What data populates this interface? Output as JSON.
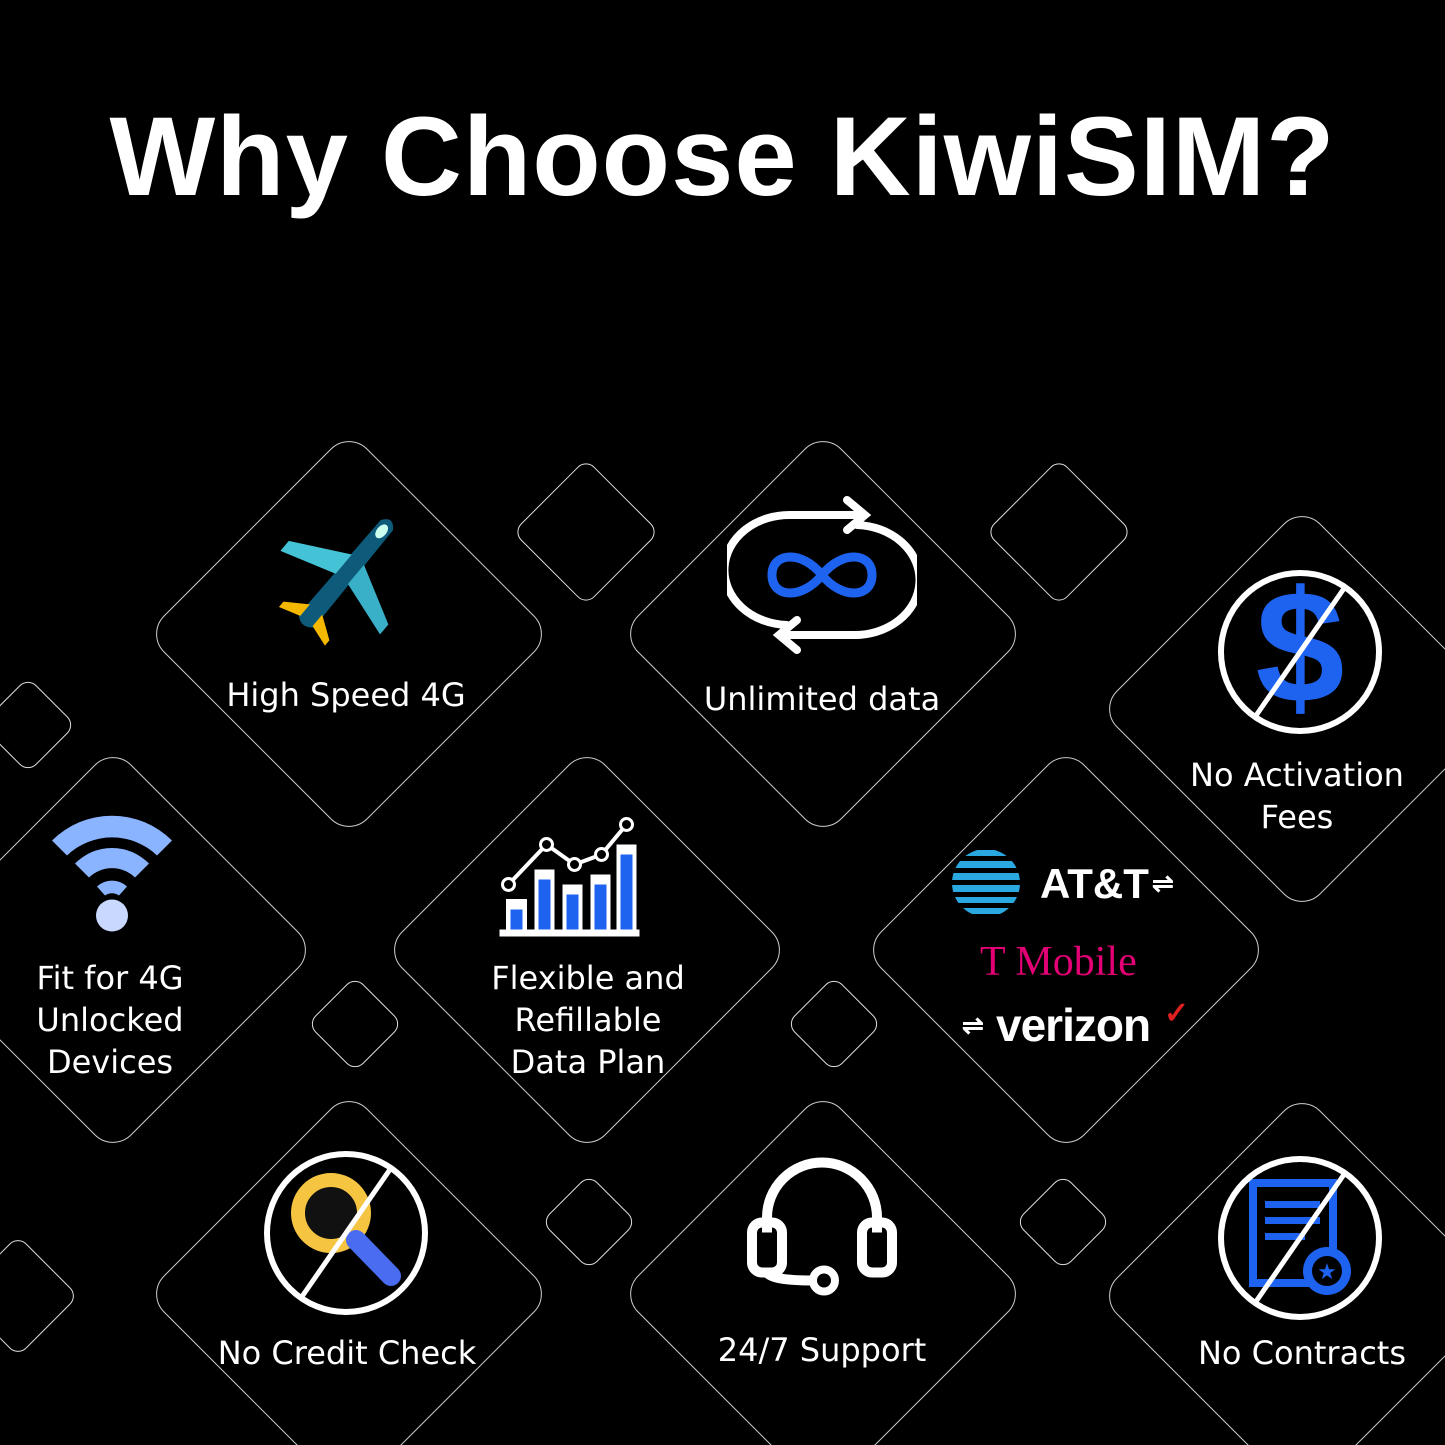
{
  "title": "Why Choose KiwiSIM?",
  "features": [
    {
      "label": "High Speed 4G",
      "icon": "airplane-icon"
    },
    {
      "label": "Unlimited data",
      "icon": "infinity-cycle-icon"
    },
    {
      "label": "No Activation Fees",
      "icon": "no-dollar-icon"
    },
    {
      "label": "Fit for 4G Unlocked Devices",
      "icon": "wifi-icon"
    },
    {
      "label": "Flexible and Refillable Data Plan",
      "icon": "bar-chart-icon"
    },
    {
      "label": "No Credit Check",
      "icon": "no-magnifier-icon"
    },
    {
      "label": "24/7 Support",
      "icon": "headset-icon"
    },
    {
      "label": "No Contracts",
      "icon": "no-contract-icon"
    }
  ],
  "carriers": {
    "att": "AT&T",
    "tmobile": "T Mobile",
    "verizon": "verizon",
    "swap": "⇌"
  },
  "colors": {
    "blue": "#1e63f0",
    "magenta": "#e20074",
    "att_blue": "#2aa8e0",
    "verizon_red": "#e02020"
  }
}
